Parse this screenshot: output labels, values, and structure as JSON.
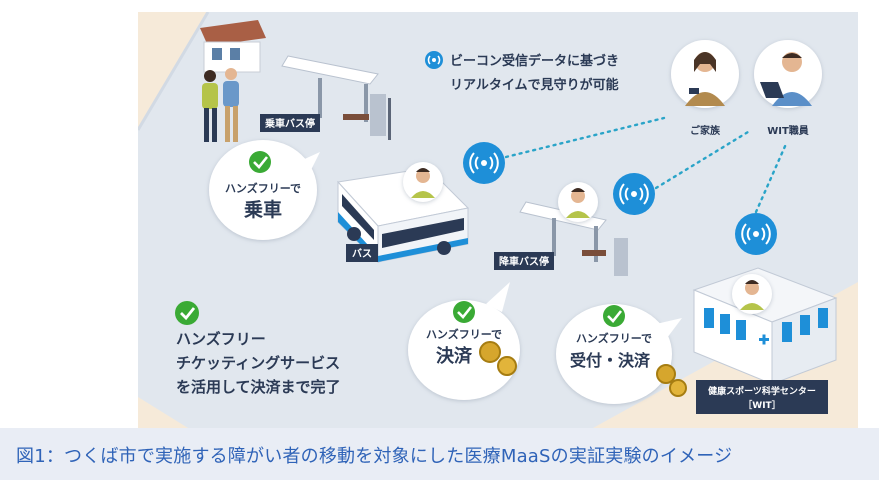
{
  "diagram": {
    "beacon_note": {
      "line1": "ビーコン受信データに基づき",
      "line2": "リアルタイムで見守りが可能"
    },
    "labels": {
      "boarding_stop": "乗車バス停",
      "alighting_stop": "降車バス停",
      "bus": "バス",
      "family": "ご家族",
      "wit_staff": "WIT職員",
      "center_line1": "健康スポーツ科学センター",
      "center_line2": "［WIT］"
    },
    "bubbles": {
      "board": {
        "small": "ハンズフリーで",
        "big": "乗車"
      },
      "pay": {
        "small": "ハンズフリーで",
        "big": "決済"
      },
      "reception": {
        "small": "ハンズフリーで",
        "big": "受付・決済"
      }
    },
    "summary": {
      "line1": "ハンズフリー",
      "line2": "チケッティングサービス",
      "line3": "を活用して決済まで完了"
    }
  },
  "caption": "図1：つくば市で実施する障がい者の移動を対象にした医療MaaSの実証実験のイメージ",
  "colors": {
    "accent_blue": "#1e8fd8",
    "dark_navy": "#2b3a55",
    "check_green": "#3aaa35",
    "ground": "#f6ead9",
    "road": "#e1e7ee",
    "caption_text": "#2f63b8"
  }
}
